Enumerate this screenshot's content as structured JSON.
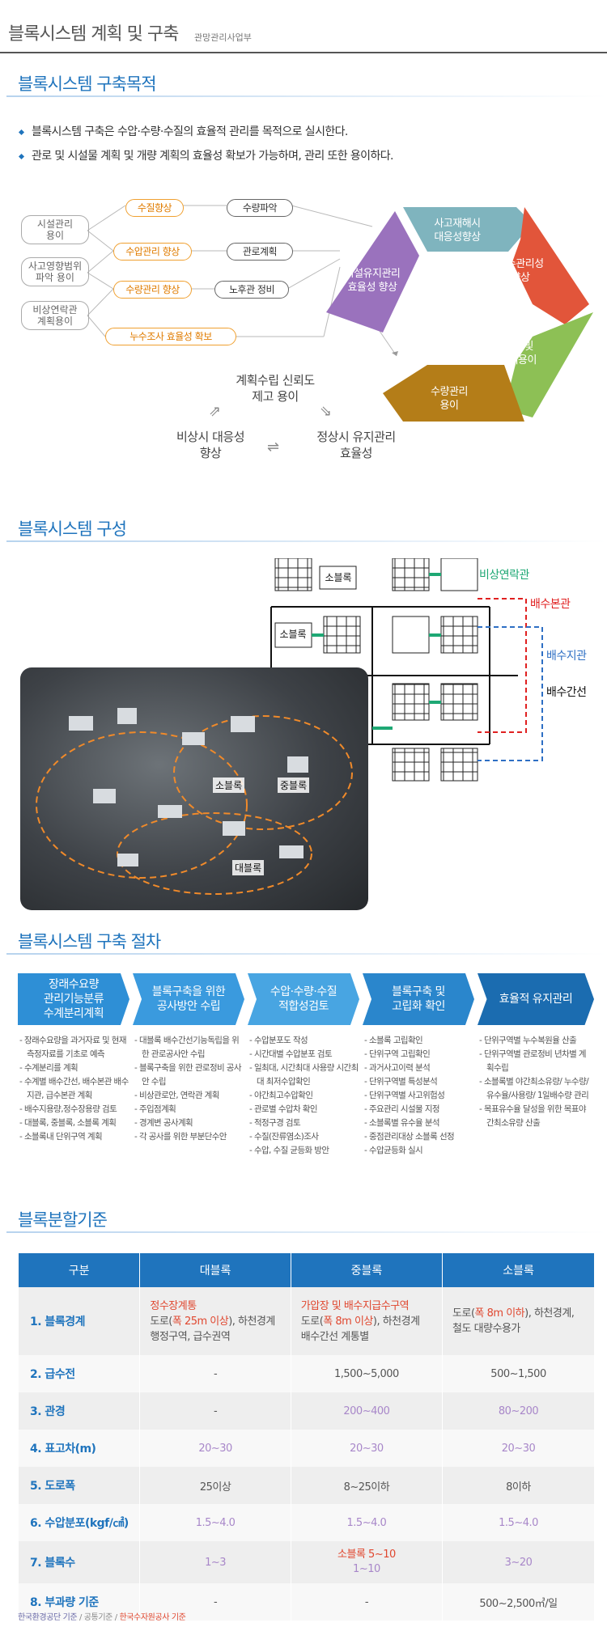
{
  "header": {
    "title": "블록시스템 계획 및 구축",
    "subtitle": "관망관리사업부"
  },
  "purpose": {
    "heading": "블록시스템 구축목적",
    "bullets": [
      "블록시스템 구축은 수압·수량·수질의 효율적 관리를 목적으로 실시한다.",
      "관로 및 시설물 계획 및 개량 계획의 효율성 확보가 가능하며, 관리 또한 용이하다."
    ],
    "left_boxes": [
      "시설관리\n용이",
      "사고영향범위\n파악 용이",
      "비상연락관\n계획용이"
    ],
    "orange_boxes": [
      "수질향상",
      "수압관리 향상",
      "수량관리 향상",
      "누수조사 효율성 확보"
    ],
    "dark_boxes": [
      "수량파악",
      "관로계획",
      "노후관 정비"
    ],
    "hex_segments": [
      {
        "label": "사고재해시\n대응성향상",
        "color": "#7fb4be"
      },
      {
        "label": "배수관리성\n향상",
        "color": "#e2553a"
      },
      {
        "label": "계획 및\n설계용이",
        "color": "#8dc055"
      },
      {
        "label": "수량관리\n용이",
        "color": "#b47d18"
      },
      {
        "label": "시설유지관리\n효율성 향상",
        "color": "#9a72bd"
      }
    ],
    "cycle": [
      "계획수립 신뢰도\n제고 용이",
      "정상시 유지관리\n효율성",
      "비상시 대응성\n향상"
    ]
  },
  "composition": {
    "heading": "블록시스템 구성",
    "legend": [
      {
        "label": "비상연락관",
        "color": "#1ea874"
      },
      {
        "label": "배수본관",
        "color": "#e02020"
      },
      {
        "label": "배수지관",
        "color": "#2e6fc4"
      },
      {
        "label": "배수간선",
        "color": "#111111"
      }
    ],
    "block_labels": [
      "소블록",
      "소블록"
    ],
    "photo_labels": [
      "소블록",
      "중블록",
      "대블록"
    ]
  },
  "procedure": {
    "heading": "블록시스템 구축 절차",
    "steps": [
      {
        "title": "장래수요량\n관리기능분류\n수계분리계획",
        "color": "#2e8fd6",
        "items": [
          "장래수요량을 과거자료 및 현재측정자료를 기초로 예측",
          "수계분리를 계획",
          "수계별 배수간선, 배수본관 배수지관, 급수본관 계획",
          "배수지용량,정수장용량 검토",
          "대블록, 중블록, 소블록 계획",
          "소블록내 단위구역 계획"
        ]
      },
      {
        "title": "블록구축을 위한\n공사방안 수립",
        "color": "#3a9ade",
        "items": [
          "대블록 배수간선기능독립을 위한 관로공사안 수립",
          "블록구축을 위한 관로정비 공사안 수립",
          "비상관로안, 연락관 계획",
          "주입점계획",
          "경계변 공사계획",
          "각 공사를 위한 부분단수안"
        ]
      },
      {
        "title": "수압·수량·수질\n적합성검토",
        "color": "#48a5e2",
        "items": [
          "수압분포도 작성",
          "시간대별 수압분포 검토",
          "일최대, 시간최대 사용량 시간최대 최저수압확인",
          "야간최고수압확인",
          "관로별 수압차 확인",
          "적정구경 검토",
          "수질(잔류염소)조사",
          "수압, 수질 균등화 방안"
        ]
      },
      {
        "title": "블록구축 및\n고립화 확인",
        "color": "#2a86cc",
        "items": [
          "소블록 고립확인",
          "단위구역 고립확인",
          "과거사고이력 분석",
          "단위구역별 특성분석",
          "단위구역별 사고위험성",
          "주요관리 시설물 지정",
          "소블록별 유수율 분석",
          "중점관리대상 소블록 선정",
          "수압균등화 실시"
        ]
      },
      {
        "title": "효율적 유지관리",
        "color": "#1b6cb0",
        "items": [
          "단위구역별 누수복원율 산출",
          "단위구역별 관로정비 년차별 계획수립",
          "소블록별 야간최소유량/ 누수량/유수율/사용량/ 1일배수량 관리",
          "목표유수율 달성을 위한 목표야간최소유량 산출"
        ]
      }
    ]
  },
  "division": {
    "heading": "블록분할기준",
    "columns": [
      "구분",
      "대블록",
      "중블록",
      "소블록"
    ],
    "rows": [
      {
        "label": "1. 블록경계",
        "large": {
          "line1": "정수장계통",
          "line2": "도로(",
          "line2r": "폭 25m 이상",
          "line2e": "), 하천경계",
          "line3": "행정구역, 급수권역"
        },
        "medium": {
          "line1": "가압장 및 배수지급수구역",
          "line2": "도로(",
          "line2r": "폭 8m 이상",
          "line2e": "), 하천경계",
          "line3": "배수간선 계통별"
        },
        "small": {
          "line1": "도로(",
          "line1r": "폭 8m 이하",
          "line1e": "), 하천경계,",
          "line2": "철도 대량수용가"
        }
      },
      {
        "label": "2. 급수전",
        "cells": [
          "-",
          "1,500~5,000",
          "500~1,500"
        ],
        "style": [
          "",
          "",
          ""
        ]
      },
      {
        "label": "3. 관경",
        "cells": [
          "-",
          "200~400",
          "80~200"
        ],
        "style": [
          "",
          "purple",
          "purple"
        ]
      },
      {
        "label": "4. 표고차(m)",
        "cells": [
          "20~30",
          "20~30",
          "20~30"
        ],
        "style": [
          "purple",
          "purple",
          "purple"
        ]
      },
      {
        "label": "5. 도로폭",
        "cells": [
          "25이상",
          "8~25이하",
          "8이하"
        ],
        "style": [
          "",
          "",
          ""
        ]
      },
      {
        "label": "6. 수압분포(kgf/㎠)",
        "cells": [
          "1.5~4.0",
          "1.5~4.0",
          "1.5~4.0"
        ],
        "style": [
          "purple",
          "purple",
          "purple"
        ]
      },
      {
        "label": "7. 블록수",
        "cells": [
          "1~3",
          "소블록 5~10\n1~10",
          "3~20"
        ],
        "style": [
          "purple",
          "mixed",
          "purple"
        ]
      },
      {
        "label": "8. 부과량 기준",
        "cells": [
          "-",
          "-",
          "500~2,500㎥/일"
        ],
        "style": [
          "",
          "",
          ""
        ]
      }
    ],
    "footer": [
      "한국환경공단 기준",
      "공통기준",
      "한국수자원공사 기준"
    ]
  }
}
